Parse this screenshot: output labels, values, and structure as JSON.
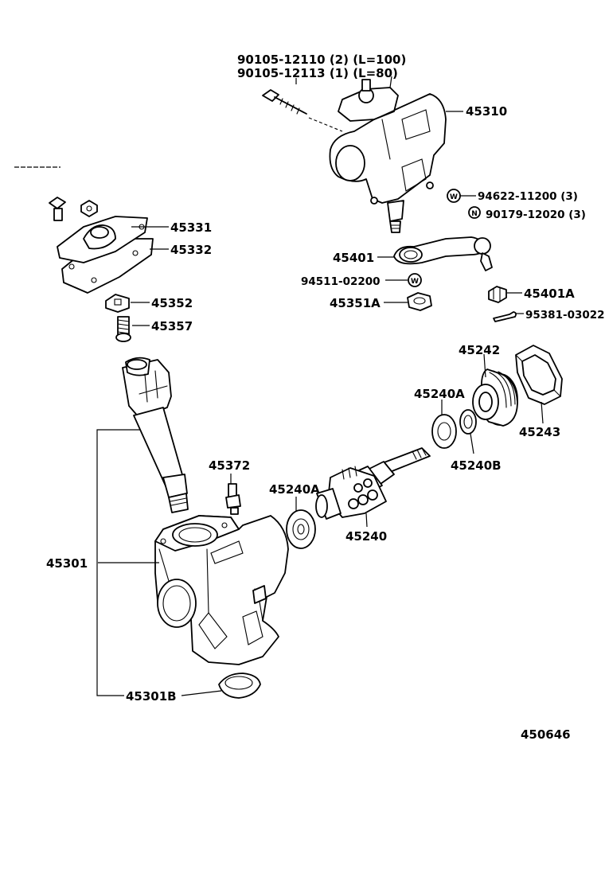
{
  "labels": {
    "bolt_a": "90105-12110 (2) (L=100)",
    "bolt_b": "90105-12113 (1) (L=80)",
    "p45310": "45310",
    "washer_w": "94622-11200 (3)",
    "nut_n": "90179-12020 (3)",
    "p45331": "45331",
    "p45332": "45332",
    "p45401": "45401",
    "p94511": "94511-02200",
    "p45351a": "45351A",
    "p45401a": "45401A",
    "p95381": "95381-03022",
    "p45352": "45352",
    "p45357": "45357",
    "p45242": "45242",
    "p45240a_top": "45240A",
    "p45243": "45243",
    "p45240b": "45240B",
    "p45372": "45372",
    "p45240a_mid": "45240A",
    "p45240": "45240",
    "p45301": "45301",
    "p45301b": "45301B",
    "diagram_no": "450646"
  },
  "symbols": {
    "washer": "W",
    "nut": "N"
  }
}
